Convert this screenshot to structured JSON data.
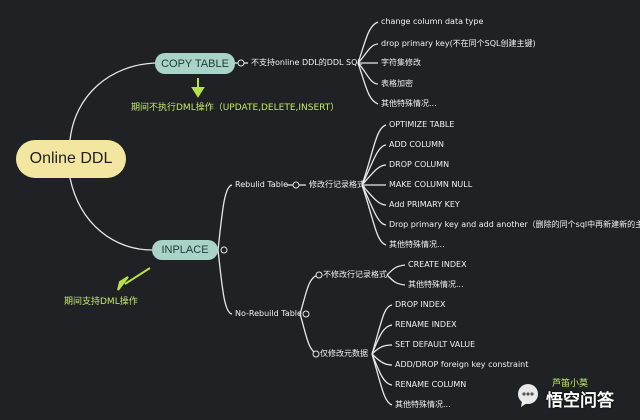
{
  "root": "Online DDL",
  "copy_table": {
    "label": "COPY TABLE",
    "note": "期间不执行DML操作（UPDATE,DELETE,INSERT）",
    "condition": "不支持online DDL的DDL SQL",
    "items": [
      "change column data type",
      "drop primary key(不在同个SQL创建主键)",
      "字符集修改",
      "表格加密",
      "其他特殊情况..."
    ]
  },
  "inplace": {
    "label": "INPLACE",
    "note": "期间支持DML操作",
    "rebuild": {
      "label": "Rebulid Table",
      "condition": "修改行记录格式",
      "items": [
        "OPTIMIZE TABLE",
        "ADD COLUMN",
        "DROP COLUMN",
        "MAKE COLUMN NULL",
        "Add PRIMARY KEY",
        "Drop primary key and  add another（删除的同个sql中再新建新的主键）",
        "其他特殊情况..."
      ]
    },
    "no_rebuild": {
      "label": "No-Rebuild Table",
      "row_format": {
        "condition": "不修改行记录格式",
        "items": [
          "CREATE INDEX",
          "其他特殊情况..."
        ]
      },
      "metadata": {
        "condition": "仅修改元数据",
        "items": [
          "DROP INDEX",
          "RENAME INDEX",
          "SET DEFAULT VALUE",
          "ADD/DROP foreign key constraint",
          "RENAME COLUMN",
          "其他特殊情况..."
        ]
      }
    }
  },
  "watermark": {
    "sub": "芦笛小莫",
    "text": "悟空问答"
  },
  "colors": {
    "background": "#1f2125",
    "root": "#f3e6a0",
    "branch": "#a9d3c6",
    "note": "#c4e86a",
    "line": "#e8e8e8"
  }
}
